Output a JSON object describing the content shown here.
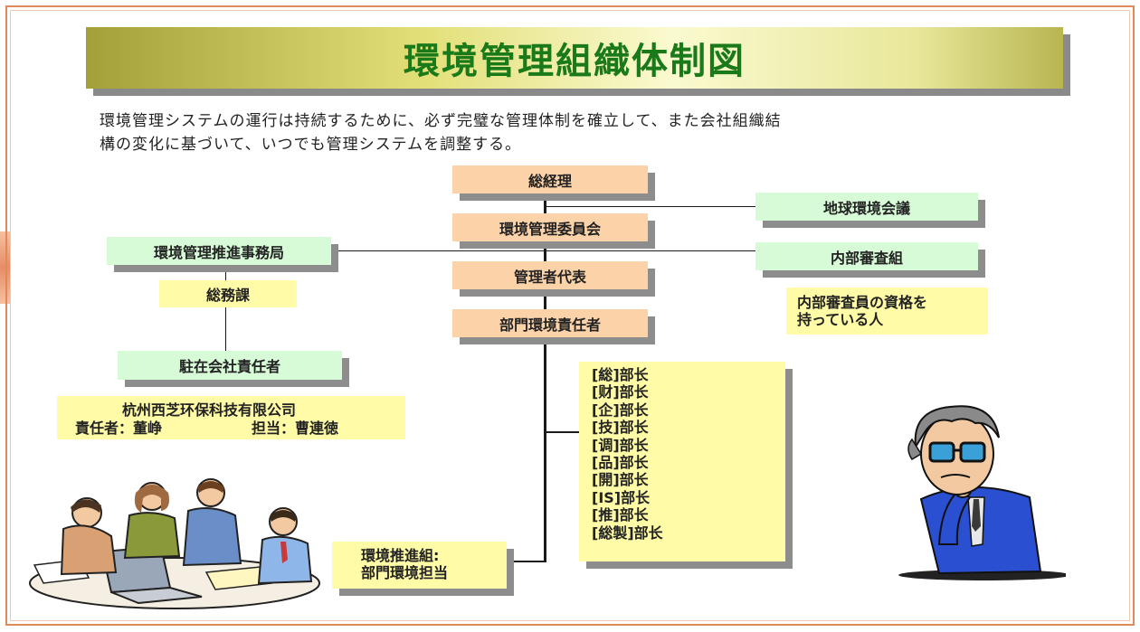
{
  "title": "環境管理組織体制図",
  "intro": "環境管理システムの運行は持続するために、必ず完璧な管理体制を確立して、また会社組織結\n構の変化に基づいて、いつでも管理システムを調整する。",
  "chain": {
    "general_manager": "総経理",
    "committee": "環境管理委員会",
    "representative": "管理者代表",
    "dept_head": "部門環境責任者"
  },
  "right": {
    "global_meeting": "地球環境会議",
    "audit_group": "内部審査組",
    "auditor_note": "内部審査員の資格を\n持っている人"
  },
  "left": {
    "secretariat": "環境管理推進事務局",
    "general_affairs": "総務課",
    "resident_manager": "駐在会社責任者",
    "company_name": "杭州西芝环保科技有限公司",
    "responsible": "責任者：董峥",
    "in_charge": "担当：曹連徳"
  },
  "departments": [
    "[総]部长",
    "[财]部长",
    "[企]部长",
    "[技]部长",
    "[调]部长",
    "[品]部长",
    "[開]部长",
    "[IS]部长",
    "[推]部长",
    "[総製]部长"
  ],
  "promotion": "環境推進組:\n部門環境担当",
  "icons": {
    "team": "team-meeting-clipart-icon",
    "thinker": "thinking-man-clipart-icon"
  },
  "colors": {
    "title_text": "#1a7a1a",
    "orange_box": "#fcd3a8",
    "green_box": "#d7fad7",
    "yellow_box": "#fffba6",
    "frame": "#e08a5a"
  }
}
